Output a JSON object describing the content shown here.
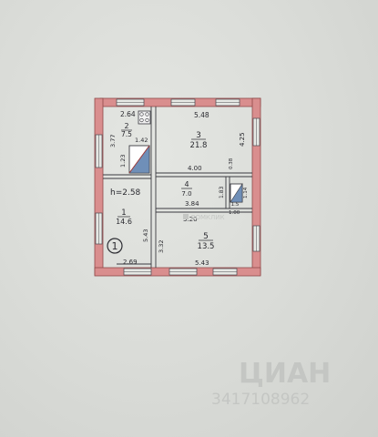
{
  "plan": {
    "plan_number": "1",
    "height_label": "h=2.58",
    "dims": {
      "top_left": "2.64",
      "top_right": "5.48",
      "right_upper": "4.25",
      "left_upper": "3.77",
      "room2_width": "1.42",
      "room2_height": "1.23",
      "corridor_width": "4.00",
      "corridor_length": "3.84",
      "corridor_side": "1.83",
      "niche_width": "0.38",
      "niche_height": "1.14",
      "niche_bottom": "1.00",
      "room5_top": "3.20",
      "room1_right": "5.43",
      "room5_left": "3.32",
      "bottom_left": "2.69",
      "bottom_right": "5.43"
    },
    "rooms": [
      {
        "number": "1",
        "area": "14.6"
      },
      {
        "number": "2",
        "area": "7.5"
      },
      {
        "number": "3",
        "area": "21.8"
      },
      {
        "number": "4",
        "area": "7.0"
      },
      {
        "number": "5",
        "area": "13.5"
      },
      {
        "number": "",
        "area": "1.5"
      }
    ]
  },
  "watermarks": {
    "brand": "ЦИАН",
    "partner": "ДОМКЛИК",
    "listing_id": "3417108962"
  },
  "colors": {
    "wall": "#d98e8e",
    "wall_outline": "#8f4a4a",
    "ink": "#2a2a30",
    "stair_blue": "#6f8fb8"
  }
}
